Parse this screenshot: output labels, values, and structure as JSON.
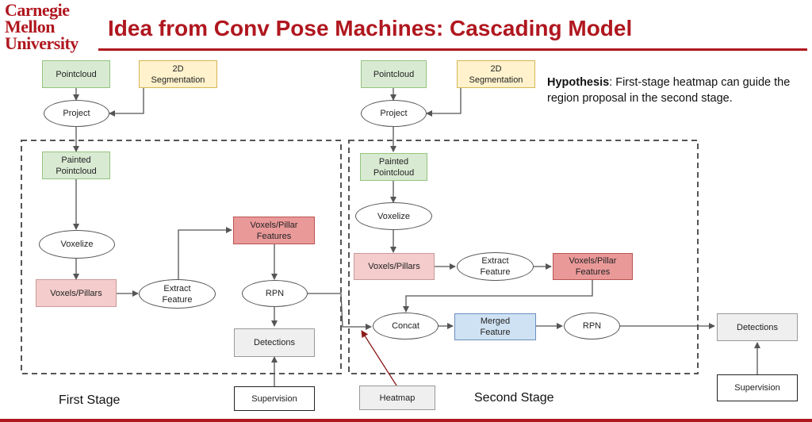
{
  "logo": {
    "line1": "Carnegie",
    "line2": "Mellon",
    "line3": "University"
  },
  "title": "Idea from Conv Pose Machines: Cascading Model",
  "labels": {
    "first_stage": "First Stage",
    "second_stage": "Second Stage"
  },
  "hypothesis": {
    "bold": "Hypothesis",
    "text": ": First-stage heatmap can guide the region proposal in the second stage."
  },
  "left": {
    "pointcloud": "Pointcloud",
    "seg_line1": "2D",
    "seg_line2": "Segmentation",
    "project": "Project",
    "painted_line1": "Painted",
    "painted_line2": "Pointcloud",
    "voxelize": "Voxelize",
    "voxels_pillars": "Voxels/Pillars",
    "extract_line1": "Extract",
    "extract_line2": "Feature",
    "vpf_line1": "Voxels/Pillar",
    "vpf_line2": "Features",
    "rpn": "RPN",
    "detections": "Detections",
    "supervision": "Supervision"
  },
  "right": {
    "pointcloud": "Pointcloud",
    "seg_line1": "2D",
    "seg_line2": "Segmentation",
    "project": "Project",
    "painted_line1": "Painted",
    "painted_line2": "Pointcloud",
    "voxelize": "Voxelize",
    "voxels_pillars": "Voxels/Pillars",
    "extract_line1": "Extract",
    "extract_line2": "Feature",
    "vpf_line1": "Voxels/Pillar",
    "vpf_line2": "Features",
    "concat": "Concat",
    "merged_line1": "Merged",
    "merged_line2": "Feature",
    "rpn": "RPN",
    "detections": "Detections",
    "supervision": "Supervision",
    "heatmap": "Heatmap"
  },
  "colors": {
    "brand_red": "#b0171f",
    "arrow": "#555555",
    "heatmap_arrow": "#8b1a1a"
  }
}
